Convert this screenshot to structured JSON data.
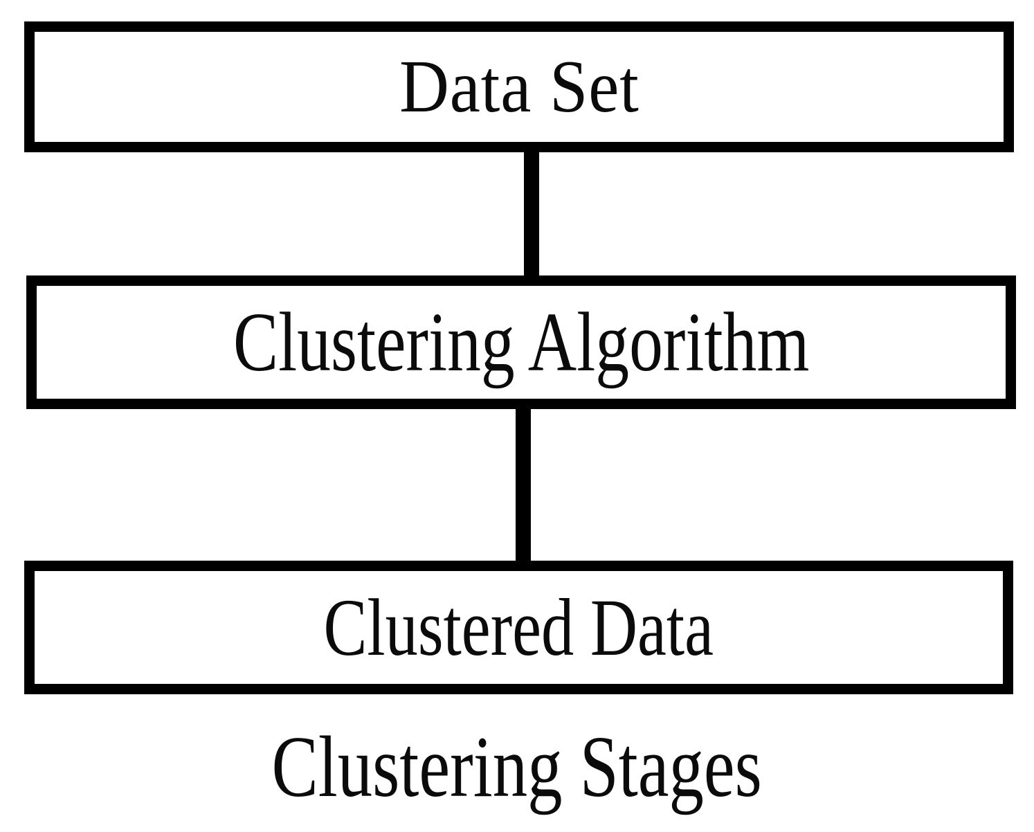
{
  "diagram": {
    "type": "flowchart",
    "orientation": "vertical-top-down",
    "caption": "Clustering Stages",
    "background_color": "#ffffff",
    "stroke_color": "#000000",
    "text_color": "#0b0b0b",
    "nodes": [
      {
        "id": "data-set",
        "label": "Data Set",
        "order": 1
      },
      {
        "id": "clustering-algorithm",
        "label": "Clustering Algorithm",
        "order": 2
      },
      {
        "id": "clustered-data",
        "label": "Clustered Data",
        "order": 3
      }
    ],
    "edges": [
      {
        "id": "data-set-to-algorithm",
        "from": "data-set",
        "to": "clustering-algorithm",
        "style": "solid-line"
      },
      {
        "id": "algorithm-to-clustered",
        "from": "clustering-algorithm",
        "to": "clustered-data",
        "style": "solid-line"
      }
    ]
  }
}
